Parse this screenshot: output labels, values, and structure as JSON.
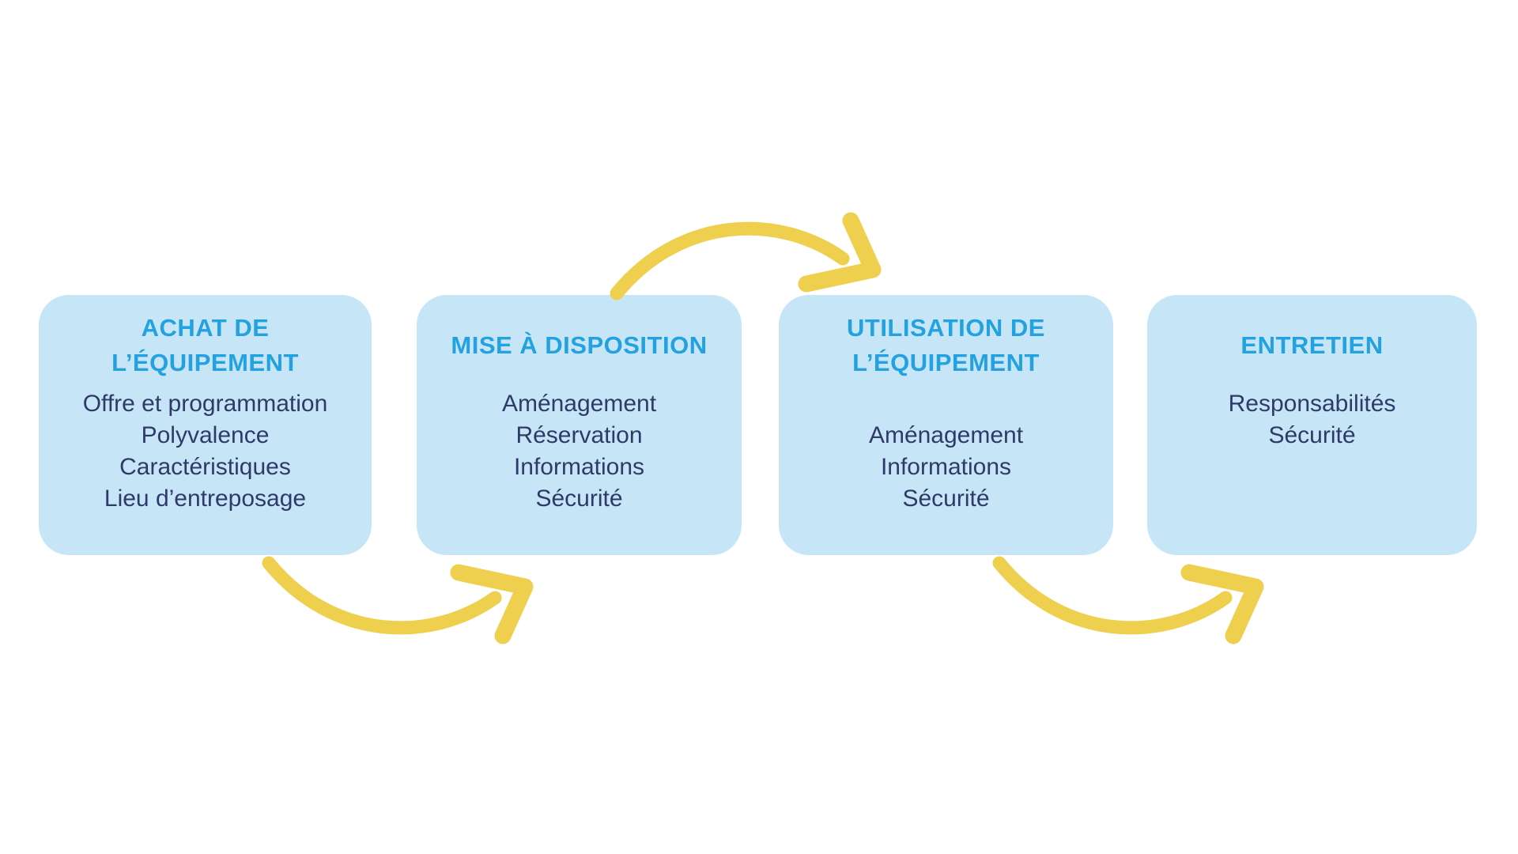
{
  "diagram": {
    "colors": {
      "background": "#ffffff",
      "box-bg": "#c6e6f8",
      "title-color": "#23a2df",
      "body-color": "#2f3a68",
      "arrow-color": "#efcf4e"
    },
    "boxes": [
      {
        "title": "ACHAT DE L’ÉQUIPEMENT",
        "items": [
          "Offre et programmation",
          "Polyvalence",
          "Caractéristiques",
          "Lieu d’entreposage"
        ]
      },
      {
        "title": "MISE À DISPOSITION",
        "items": [
          "Aménagement",
          "Réservation",
          "Informations",
          "Sécurité"
        ]
      },
      {
        "title": "UTILISATION DE L’ÉQUIPEMENT",
        "items": [
          "Aménagement",
          "Informations",
          "Sécurité"
        ]
      },
      {
        "title": "ENTRETIEN",
        "items": [
          "Responsabilités",
          "Sécurité"
        ]
      }
    ]
  }
}
